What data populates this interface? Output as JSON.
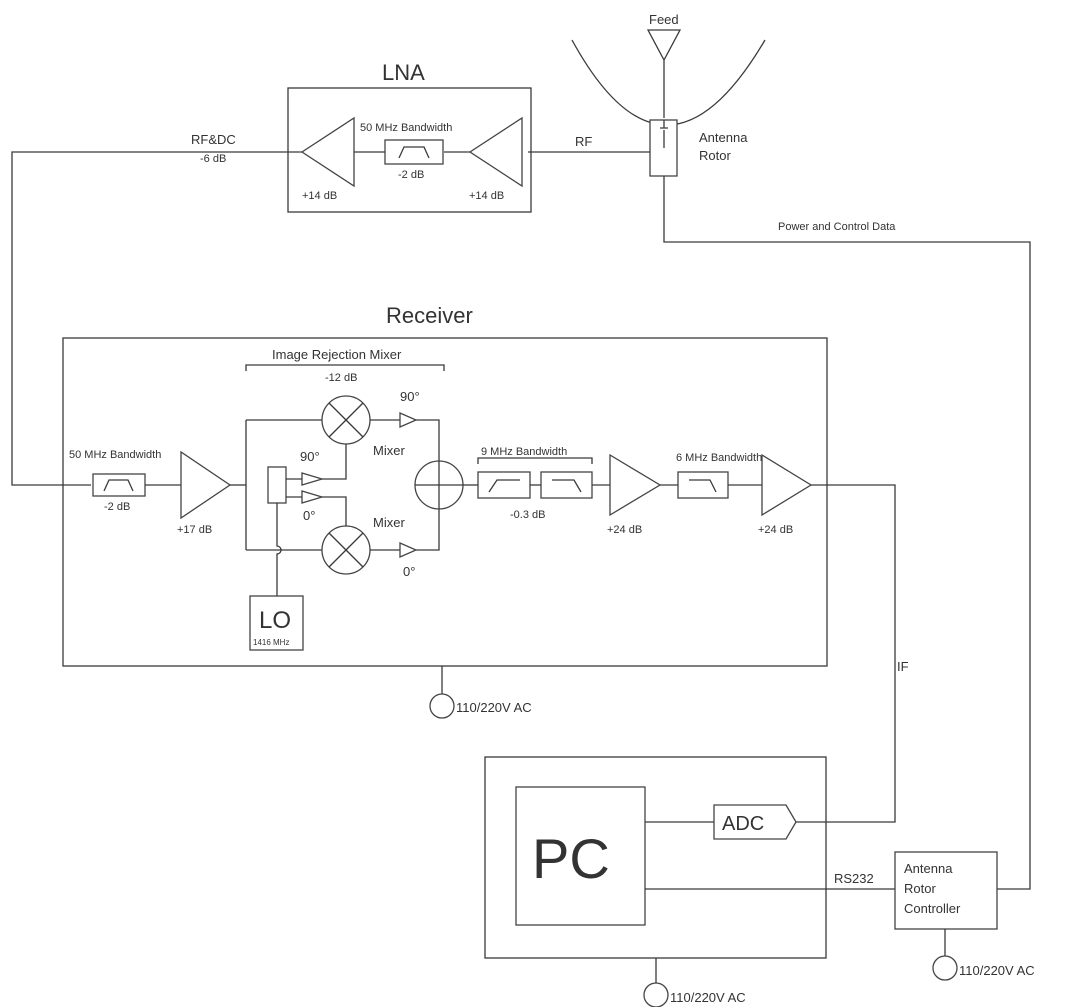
{
  "antenna": {
    "feed_label": "Feed",
    "rotor_label_line1": "Antenna",
    "rotor_label_line2": "Rotor",
    "power_control_label": "Power and Control Data",
    "rf_label": "RF"
  },
  "lna": {
    "title": "LNA",
    "filter_bandwidth": "50 MHz Bandwidth",
    "filter_loss": "-2 dB",
    "amp_left_gain": "+14 dB",
    "amp_right_gain": "+14 dB",
    "cable_label_line1": "RF&DC",
    "cable_label_line2": "-6 dB"
  },
  "receiver": {
    "title": "Receiver",
    "input_filter_bandwidth": "50 MHz Bandwidth",
    "input_filter_loss": "-2 dB",
    "amp1_gain": "+17 dB",
    "irm_title": "Image Rejection Mixer",
    "irm_loss": "-12 dB",
    "mixer_top_label": "Mixer",
    "mixer_bottom_label": "Mixer",
    "phase_top_out": "90°",
    "phase_bottom_out": "0°",
    "splitter_90": "90°",
    "splitter_0": "0°",
    "lo_label": "LO",
    "lo_freq": "1416 MHz",
    "filter2_bandwidth": "9 MHz Bandwidth",
    "filter2_loss": "-0.3 dB",
    "amp2_gain": "+24 dB",
    "filter3_bandwidth": "6 MHz Bandwidth",
    "amp3_gain": "+24 dB",
    "power_label": "110/220V AC"
  },
  "if_label": "IF",
  "pc_unit": {
    "pc_label": "PC",
    "adc_label": "ADC",
    "rs232_label": "RS232",
    "power_label": "110/220V AC"
  },
  "controller": {
    "line1": "Antenna",
    "line2": "Rotor",
    "line3": "Controller",
    "power_label": "110/220V AC"
  }
}
